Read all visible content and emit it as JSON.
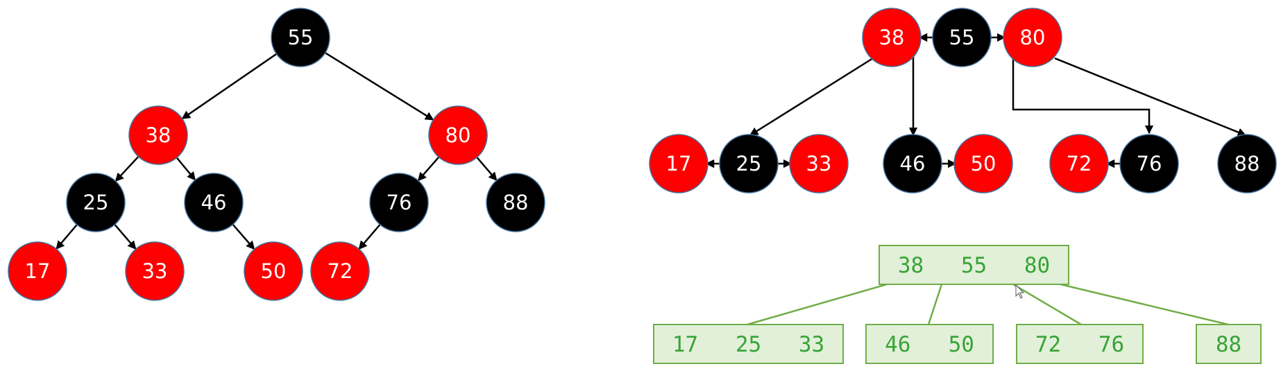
{
  "colors": {
    "red": "#ff0000",
    "black": "#000000",
    "node_border": "#41719c",
    "btree_fill": "#e2f0d9",
    "btree_stroke": "#70ad47",
    "btree_text": "#38a336"
  },
  "rb_tree": {
    "nodes": [
      {
        "id": "55",
        "label": "55",
        "color": "black"
      },
      {
        "id": "38",
        "label": "38",
        "color": "red"
      },
      {
        "id": "80",
        "label": "80",
        "color": "red"
      },
      {
        "id": "25",
        "label": "25",
        "color": "black"
      },
      {
        "id": "46",
        "label": "46",
        "color": "black"
      },
      {
        "id": "76",
        "label": "76",
        "color": "black"
      },
      {
        "id": "88",
        "label": "88",
        "color": "black"
      },
      {
        "id": "17",
        "label": "17",
        "color": "red"
      },
      {
        "id": "33",
        "label": "33",
        "color": "red"
      },
      {
        "id": "50",
        "label": "50",
        "color": "red"
      },
      {
        "id": "72",
        "label": "72",
        "color": "red"
      }
    ],
    "edges": [
      {
        "from": "55",
        "to": "38"
      },
      {
        "from": "55",
        "to": "80"
      },
      {
        "from": "38",
        "to": "25"
      },
      {
        "from": "38",
        "to": "46"
      },
      {
        "from": "80",
        "to": "76"
      },
      {
        "from": "80",
        "to": "88"
      },
      {
        "from": "25",
        "to": "17"
      },
      {
        "from": "25",
        "to": "33"
      },
      {
        "from": "46",
        "to": "50"
      },
      {
        "from": "76",
        "to": "72"
      }
    ]
  },
  "grouped_tree": {
    "nodes": [
      {
        "id": "38",
        "label": "38",
        "color": "red"
      },
      {
        "id": "55",
        "label": "55",
        "color": "black"
      },
      {
        "id": "80",
        "label": "80",
        "color": "red"
      },
      {
        "id": "17",
        "label": "17",
        "color": "red"
      },
      {
        "id": "25",
        "label": "25",
        "color": "black"
      },
      {
        "id": "33",
        "label": "33",
        "color": "red"
      },
      {
        "id": "46",
        "label": "46",
        "color": "black"
      },
      {
        "id": "50",
        "label": "50",
        "color": "red"
      },
      {
        "id": "72",
        "label": "72",
        "color": "red"
      },
      {
        "id": "76",
        "label": "76",
        "color": "black"
      },
      {
        "id": "88",
        "label": "88",
        "color": "black"
      }
    ],
    "links": [
      {
        "from": "55",
        "to": "38"
      },
      {
        "from": "55",
        "to": "80"
      },
      {
        "from": "25",
        "to": "17"
      },
      {
        "from": "25",
        "to": "33"
      },
      {
        "from": "46",
        "to": "50"
      },
      {
        "from": "76",
        "to": "72"
      },
      {
        "from": "38",
        "to": "25"
      },
      {
        "from": "38",
        "to": "46"
      },
      {
        "from": "80",
        "to": "76"
      },
      {
        "from": "80",
        "to": "88"
      }
    ]
  },
  "btree": {
    "root": {
      "keys": [
        "38",
        "55",
        "80"
      ]
    },
    "leaves": [
      {
        "keys": [
          "17",
          "25",
          "33"
        ]
      },
      {
        "keys": [
          "46",
          "50"
        ]
      },
      {
        "keys": [
          "72",
          "76"
        ]
      },
      {
        "keys": [
          "88"
        ]
      }
    ]
  }
}
